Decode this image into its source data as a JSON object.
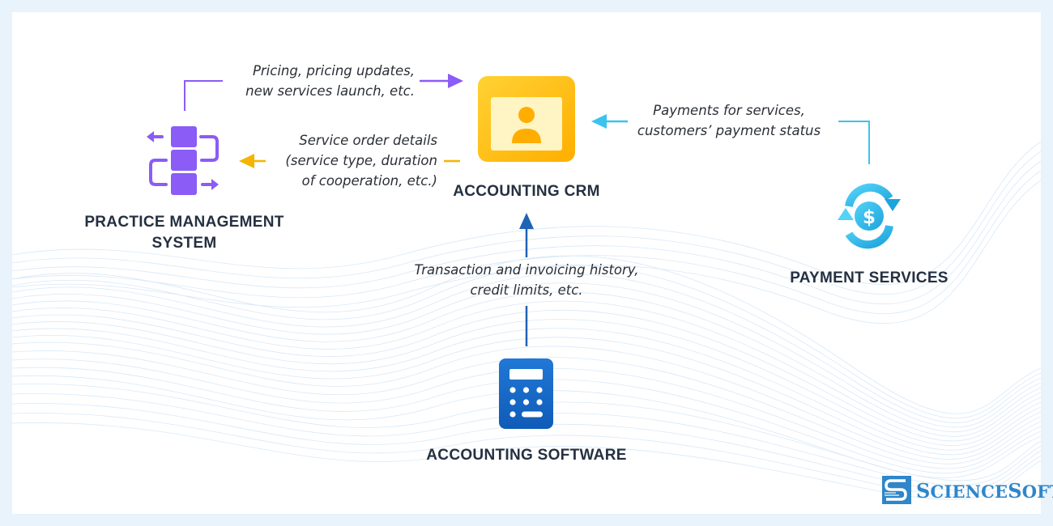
{
  "nodes": {
    "pms": {
      "label_line1": "PRACTICE MANAGEMENT",
      "label_line2": "SYSTEM",
      "icon": "modules-flow-icon"
    },
    "crm": {
      "label": "ACCOUNTING CRM",
      "icon": "user-window-icon"
    },
    "payment": {
      "label": "PAYMENT SERVICES",
      "icon": "dollar-cycle-icon"
    },
    "software": {
      "label": "ACCOUNTING SOFTWARE",
      "icon": "calculator-icon"
    }
  },
  "flows": {
    "pricing": {
      "line1": "Pricing, pricing updates,",
      "line2": "new services launch, etc.",
      "color": "#8b5cf6"
    },
    "orders": {
      "line1": "Service order details",
      "line2": "(service type, duration",
      "line3": "of cooperation, etc.)",
      "color": "#f5b400"
    },
    "payments": {
      "line1": "Payments for services,",
      "line2": "customers’ payment status",
      "color": "#3cc3ee"
    },
    "transactions": {
      "line1": "Transaction and invoicing history,",
      "line2": "credit limits, etc.",
      "color": "#1f63b4"
    }
  },
  "brand": {
    "name_first": "S",
    "name_rest1": "CIENCE",
    "name_s2": "S",
    "name_rest2": "OFT",
    "color": "#2f86c9"
  }
}
